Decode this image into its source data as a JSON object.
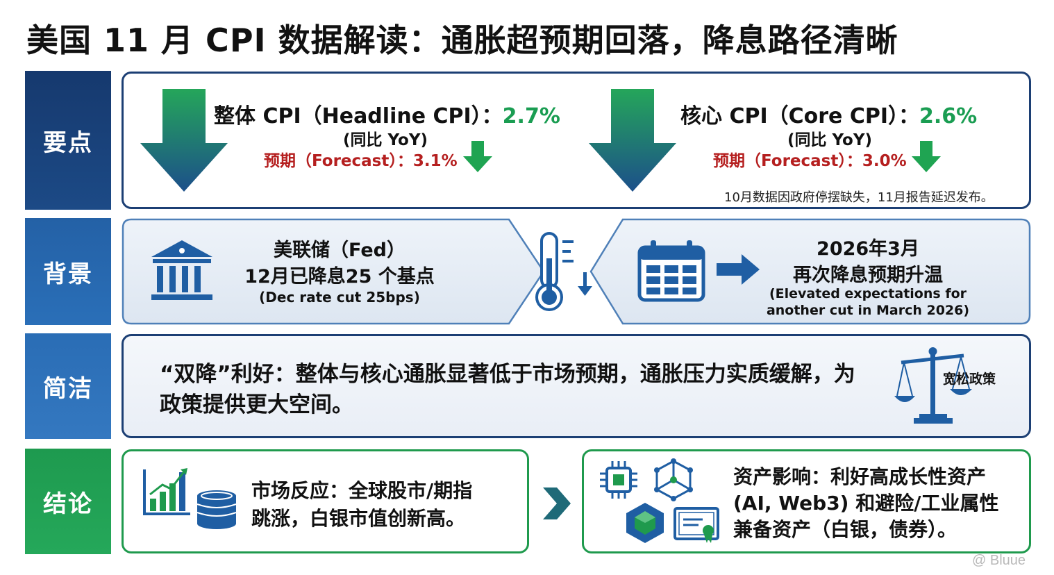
{
  "title": "美国 11 月 CPI 数据解读：通胀超预期回落，降息路径清晰",
  "sections": {
    "key_points": "要点",
    "background": "背景",
    "summary": "简洁",
    "conclusion": "结论"
  },
  "headline": {
    "label": "整体 CPI（Headline CPI）：",
    "value": "2.7%",
    "yoy": "(同比 YoY)",
    "forecast": "预期（Forecast）：3.1%"
  },
  "core": {
    "label": "核心 CPI（Core CPI）：",
    "value": "2.6%",
    "yoy": "(同比 YoY)",
    "forecast": "预期（Forecast）：3.0%"
  },
  "data_note": "10月数据因政府停摆缺失，11月报告延迟发布。",
  "fed": {
    "line1": "美联储（Fed）",
    "line2": "12月已降息25 个基点",
    "line3": "(Dec rate cut 25bps)"
  },
  "outlook": {
    "line1": "2026年3月",
    "line2": "再次降息预期升温",
    "line3": "(Elevated expectations for",
    "line4": "another cut in March 2026)"
  },
  "summary_text": "“双降”利好：整体与核心通胀显著低于市场预期，通胀压力实质缓解，为政策提供更大空间。",
  "policy_label": "宽松政策",
  "market": {
    "line1": "市场反应：全球股市/期指",
    "line2": "跳涨，白银市值创新高。"
  },
  "assets": {
    "line1": "资产影响：利好高成长性资产",
    "line2": "(AI, Web3) 和避险/工业属性",
    "line3": "兼备资产（白银，债券）。"
  },
  "watermark": "@ Bluue",
  "colors": {
    "navy": "#16396e",
    "blue": "#2a6fb8",
    "green": "#1a9d52",
    "red": "#b51f1f"
  },
  "icons": [
    "down-arrow-icon",
    "bank-icon",
    "thermometer-icon",
    "calendar-icon",
    "right-arrow-icon",
    "scale-icon",
    "bar-chart-icon",
    "coins-icon",
    "chevron-right-icon",
    "chip-icon",
    "network-icon",
    "crystal-icon",
    "certificate-icon"
  ]
}
